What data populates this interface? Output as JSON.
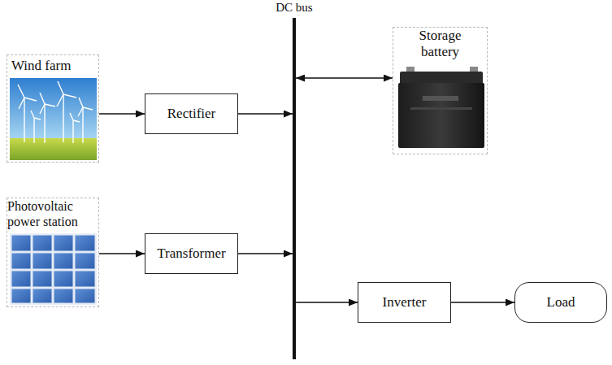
{
  "diagram": {
    "nodes": [
      {
        "text": [
          "Wind farm"
        ]
      },
      {
        "text": [
          "Rectifier"
        ]
      },
      {
        "text": [
          "DC bus"
        ]
      },
      {
        "text": [
          "Storage battery"
        ]
      },
      {
        "text": [
          "Photovoltaic power station"
        ]
      },
      {
        "text": [
          "Transformer"
        ]
      },
      {
        "text": [
          "Inverter"
        ]
      },
      {
        "text": [
          "Load"
        ]
      }
    ],
    "edges": [
      {
        "from": 0,
        "to": 1,
        "arrow": "to"
      },
      {
        "from": 1,
        "to": 2,
        "arrow": "to"
      },
      {
        "from": 2,
        "to": 3,
        "arrow": "both"
      },
      {
        "from": 4,
        "to": 5,
        "arrow": "to"
      },
      {
        "from": 5,
        "to": 2,
        "arrow": "to"
      },
      {
        "from": 2,
        "to": 6,
        "arrow": "to"
      },
      {
        "from": 6,
        "to": 7,
        "arrow": "to"
      }
    ]
  }
}
